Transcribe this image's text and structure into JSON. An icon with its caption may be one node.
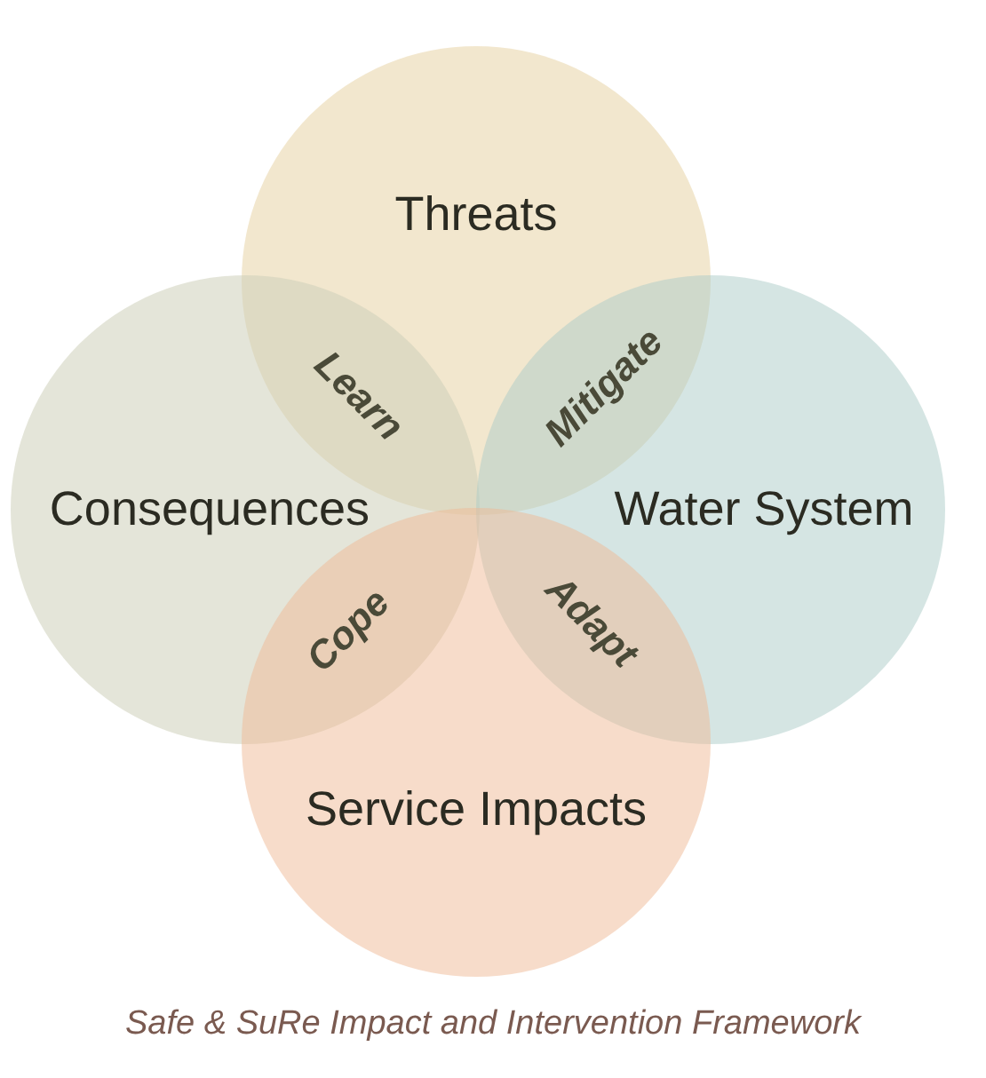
{
  "diagram": {
    "caption": "Safe & SuRe Impact and Intervention Framework",
    "nodes": [
      {
        "text": [
          "Threats"
        ]
      },
      {
        "text": [
          "Consequences"
        ]
      },
      {
        "text": [
          "Water System"
        ]
      },
      {
        "text": [
          "Service Impacts"
        ]
      }
    ],
    "labels": [
      "Learn",
      "Mitigate",
      "Cope",
      "Adapt"
    ]
  }
}
